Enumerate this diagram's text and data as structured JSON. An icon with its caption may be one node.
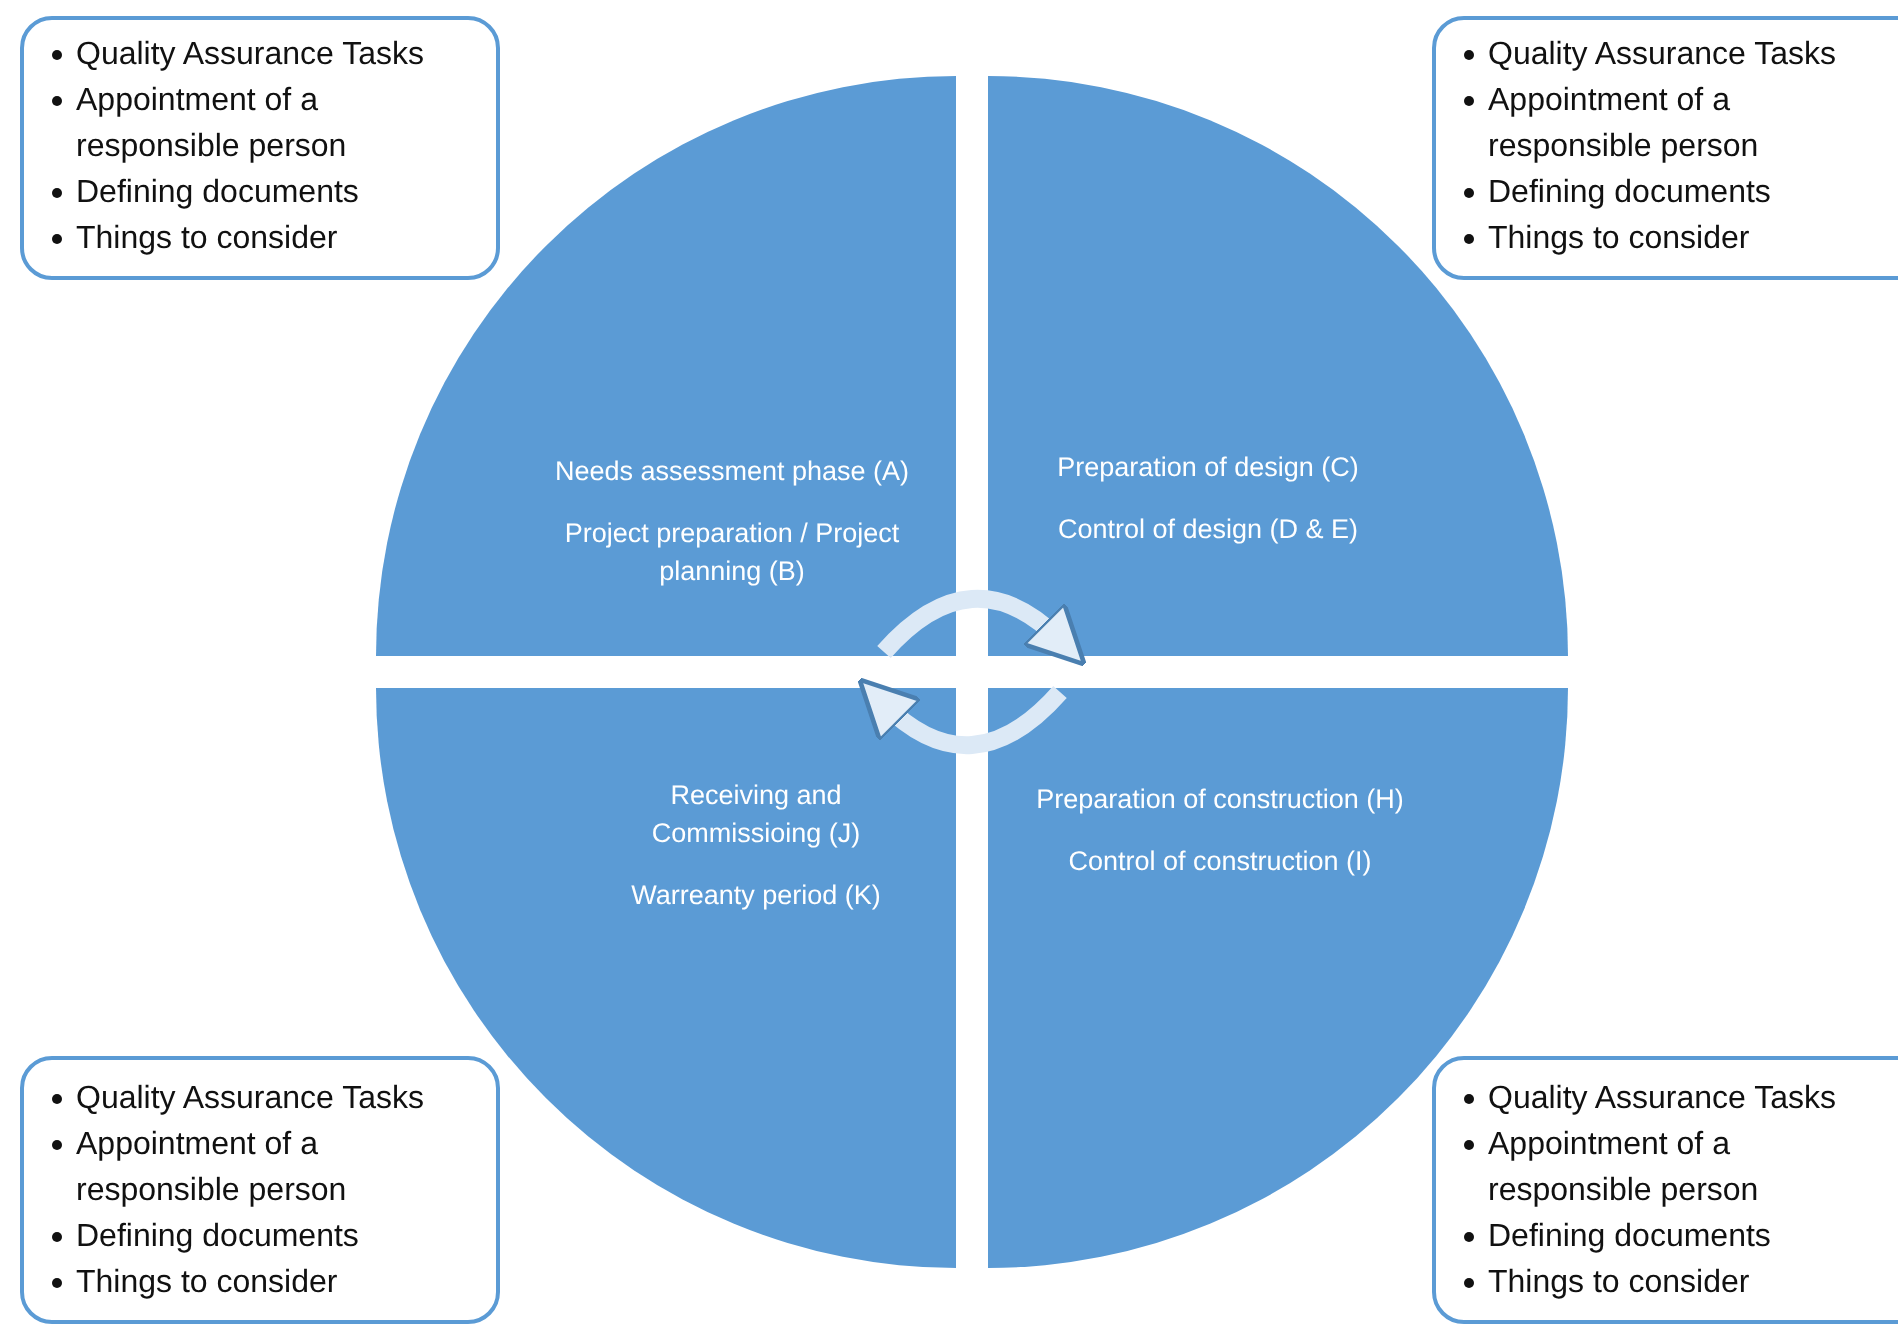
{
  "diagram": {
    "nodes": [
      {
        "text": [
          "Quality Assurance Tasks",
          "Appointment of a responsible person",
          "Defining documents",
          "Things to consider"
        ]
      },
      {
        "text": [
          "Quality Assurance Tasks",
          "Appointment of a responsible person",
          "Defining documents",
          "Things to consider"
        ]
      },
      {
        "text": [
          "Needs assessment phase (A)",
          "Project preparation / Project planning (B)"
        ]
      },
      {
        "text": [
          "Preparation of design (C)",
          "Control of design (D & E)"
        ]
      },
      {
        "text": [
          "Receiving and Commissioing (J)",
          "Warreanty period (K)"
        ]
      },
      {
        "text": [
          "Preparation of construction (H)",
          "Control of construction (I)"
        ]
      },
      {
        "text": [
          "Quality Assurance Tasks",
          "Appointment of a responsible person",
          "Defining documents",
          "Things to consider"
        ]
      },
      {
        "text": [
          "Quality Assurance Tasks",
          "Appointment of a responsible person",
          "Defining documents",
          "Things to consider"
        ]
      }
    ],
    "edges": [
      {
        "from": 2,
        "to": 3,
        "arrow": "to"
      },
      {
        "from": 5,
        "to": 4,
        "arrow": "to"
      }
    ]
  }
}
